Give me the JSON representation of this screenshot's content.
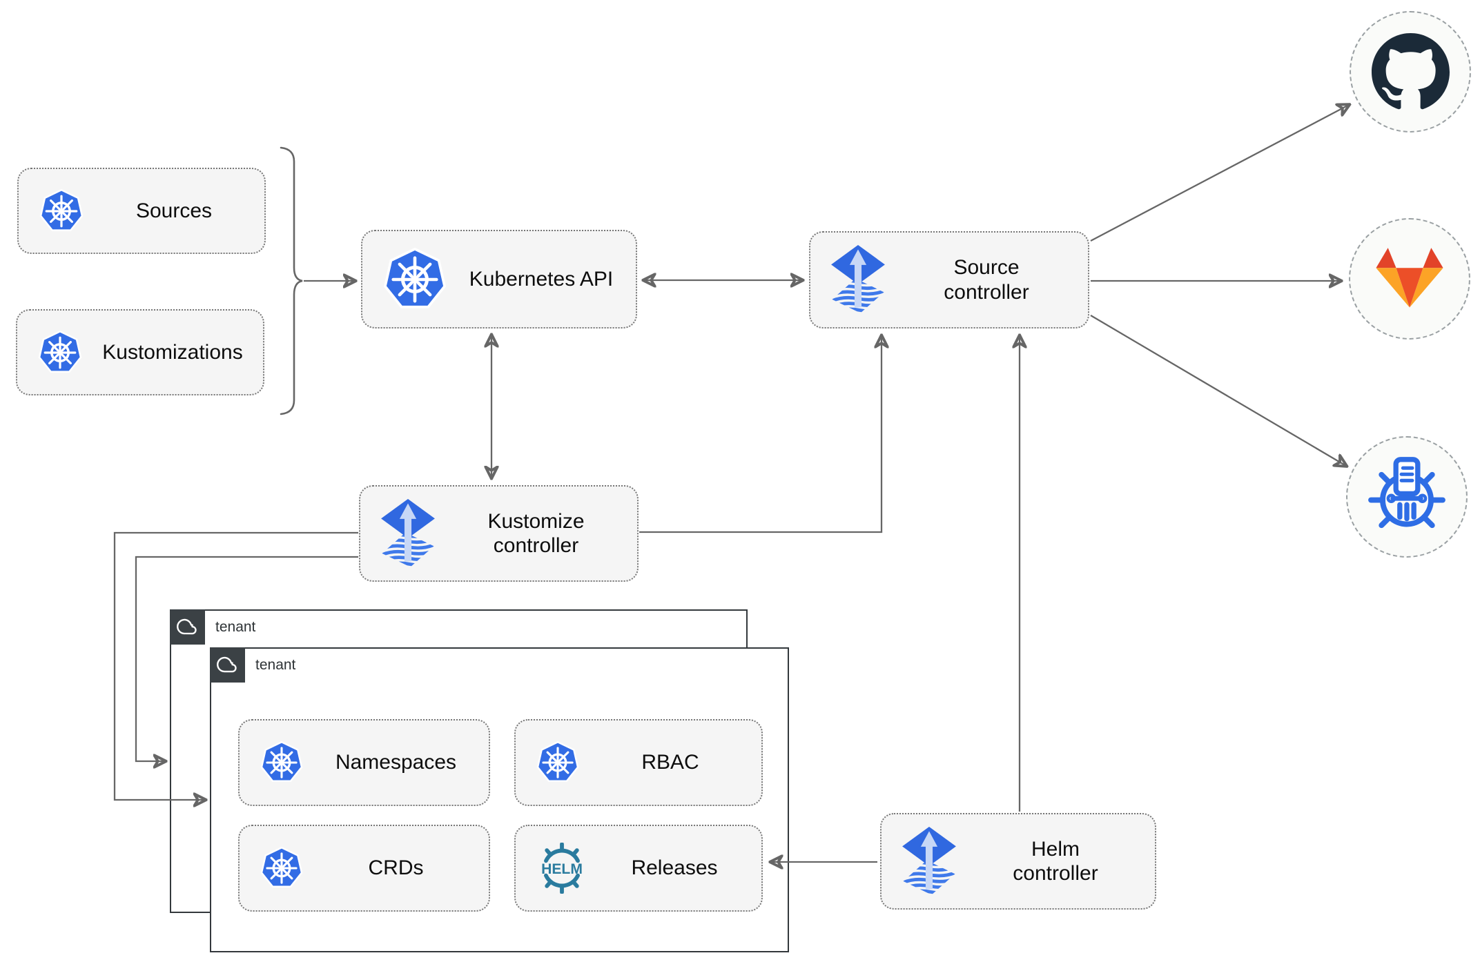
{
  "colors": {
    "k8s": "#326ce5",
    "flux": "#3068e0",
    "flux_arrow": "#c7d7f6",
    "flux_stripe": "#3f79ea",
    "helm": "#2a7b9e",
    "github": "#1b2a38",
    "gitlab_dark": "#e24329",
    "gitlab_mid": "#ec4f28",
    "gitlab_light": "#fca326",
    "registry": "#2e6de5",
    "arrow": "#666666",
    "box_fill": "#f5f5f5",
    "tenant_header": "#3b4145",
    "text": "#111111"
  },
  "nodes": {
    "sources": {
      "label": "Sources",
      "icon": "kubernetes-icon"
    },
    "kustomizations": {
      "label": "Kustomizations",
      "icon": "kubernetes-icon"
    },
    "kubernetes_api": {
      "label": "Kubernetes API",
      "icon": "kubernetes-icon"
    },
    "source_controller": {
      "label": "Source controller",
      "icon": "flux-icon"
    },
    "kustomize_controller": {
      "label": "Kustomize controller",
      "icon": "flux-icon"
    },
    "helm_controller": {
      "label": "Helm controller",
      "icon": "flux-icon"
    },
    "namespaces": {
      "label": "Namespaces",
      "icon": "kubernetes-icon"
    },
    "rbac": {
      "label": "RBAC",
      "icon": "kubernetes-icon"
    },
    "crds": {
      "label": "CRDs",
      "icon": "kubernetes-icon"
    },
    "releases": {
      "label": "Releases",
      "icon": "helm-wheel-icon"
    }
  },
  "tenants": {
    "back": {
      "label": "tenant",
      "icon": "cloud-icon"
    },
    "front": {
      "label": "tenant",
      "icon": "cloud-icon"
    }
  },
  "endpoints": {
    "github": {
      "icon": "github-octocat-icon"
    },
    "gitlab": {
      "icon": "gitlab-tanuki-icon"
    },
    "registry": {
      "icon": "container-registry-wheel-icon"
    }
  },
  "helm_logo_text": "HELM"
}
